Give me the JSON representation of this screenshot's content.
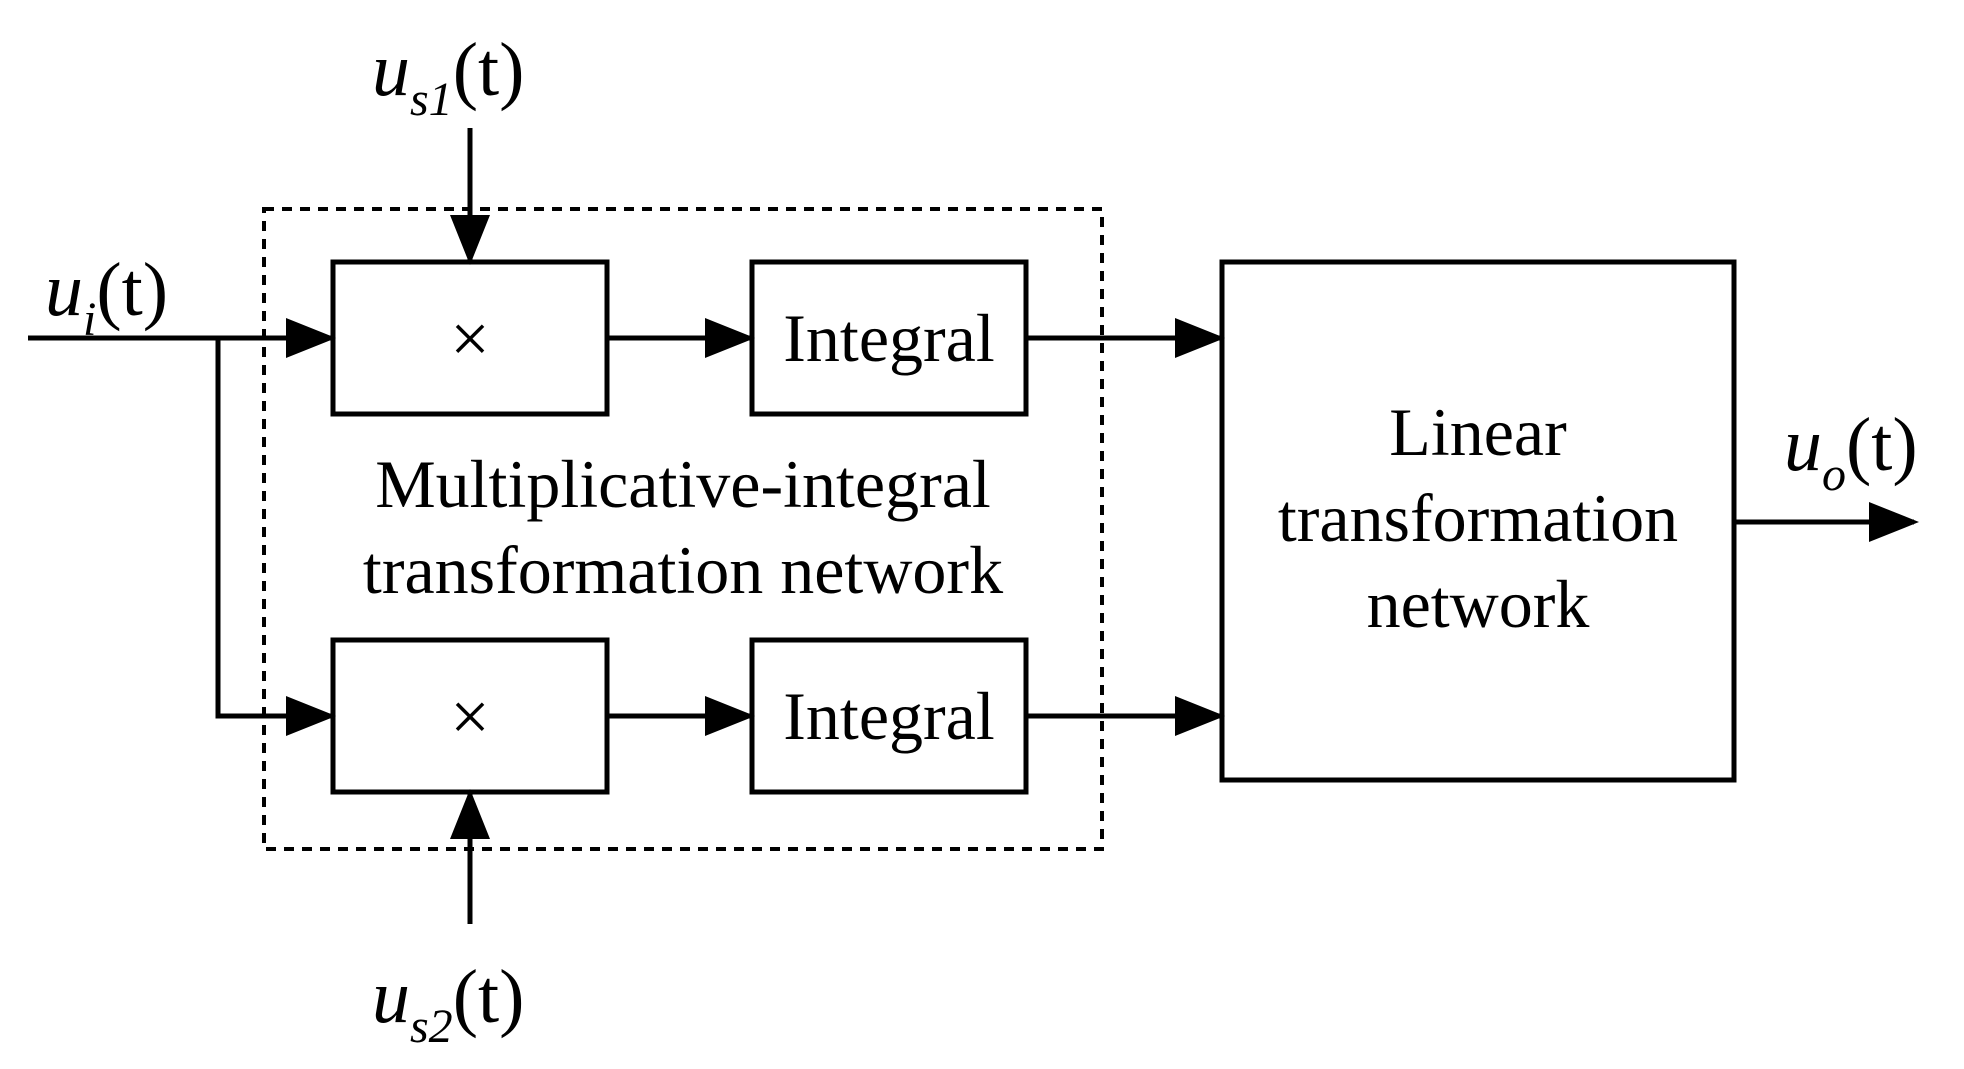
{
  "signals": {
    "ui": {
      "base": "u",
      "sub": "i",
      "arg": "(t)"
    },
    "us1": {
      "base": "u",
      "sub": "s1",
      "arg": "(t)"
    },
    "us2": {
      "base": "u",
      "sub": "s2",
      "arg": "(t)"
    },
    "uo": {
      "base": "u",
      "sub": "o",
      "arg": "(t)"
    }
  },
  "blocks": {
    "multiplier_top": "×",
    "multiplier_bottom": "×",
    "integral_top": "Integral",
    "integral_bottom": "Integral",
    "linear_line1": "Linear",
    "linear_line2": "transformation",
    "linear_line3": "network"
  },
  "group": {
    "label_line1": "Multiplicative-integral",
    "label_line2": "transformation network"
  },
  "colors": {
    "stroke": "#000000",
    "background": "#ffffff"
  }
}
